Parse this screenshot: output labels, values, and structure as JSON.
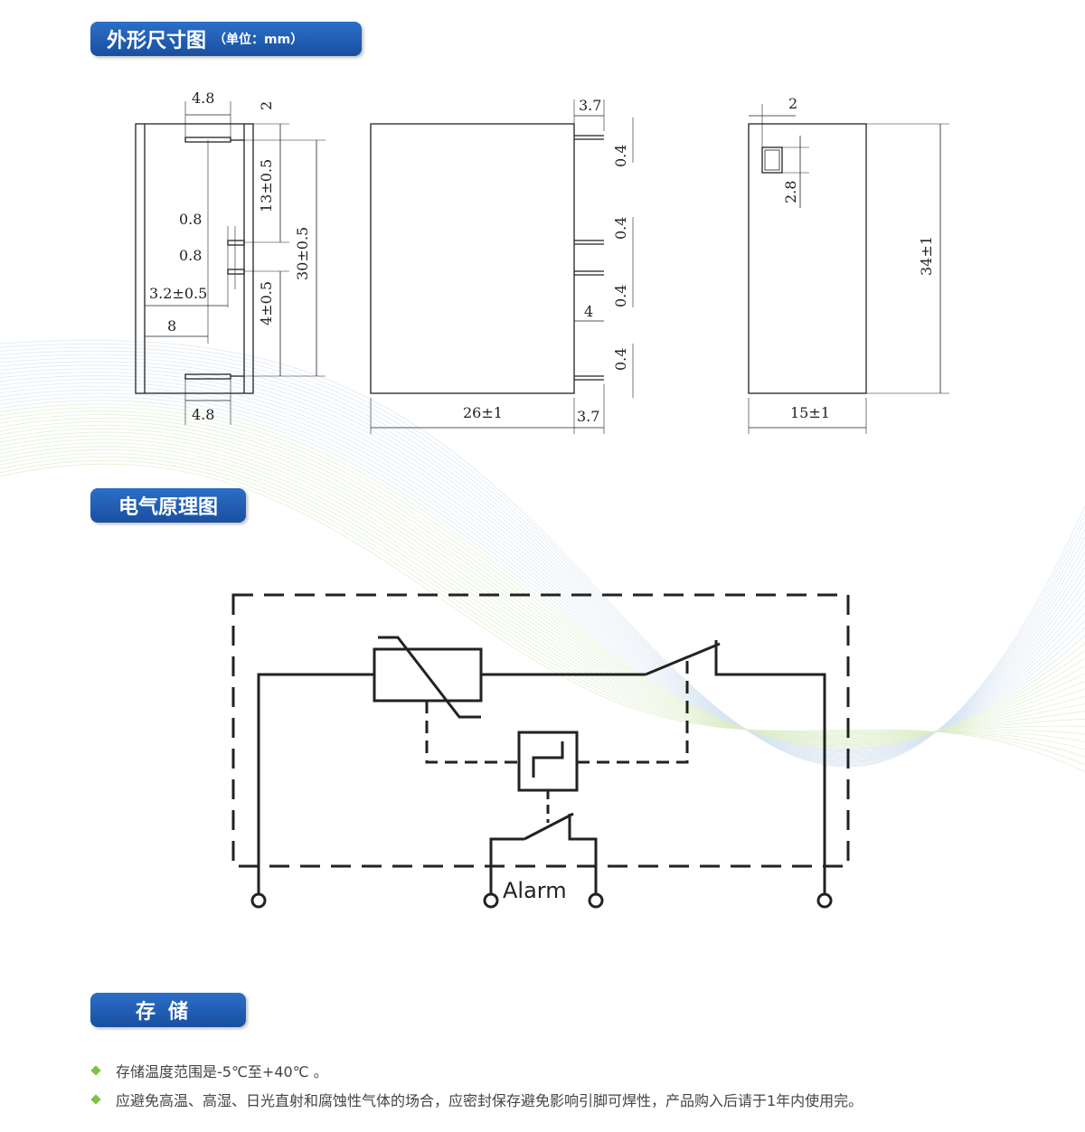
{
  "sections": {
    "dimensions": {
      "title": "外形尺寸图",
      "unit": "（单位：mm）"
    },
    "schematic": {
      "title": "电气原理图",
      "alarm_label": "Alarm"
    },
    "storage": {
      "title": "存储",
      "items": [
        "存储温度范围是-5℃至+40℃ 。",
        "应避免高温、高湿、日光直射和腐蚀性气体的场合，应密封保存避免影响引脚可焊性，产品购入后请于1年内使用完。"
      ]
    }
  },
  "dimension_labels": {
    "front_top_width": "4.8",
    "front_top_offset": "2",
    "front_pin_spacing_1": "0.8",
    "front_pin_spacing_2": "0.8",
    "front_edge_offset": "3.2±0.5",
    "front_inner_width": "8",
    "front_bottom_width": "4.8",
    "front_upper_height": "13±0.5",
    "front_total_height": "30±0.5",
    "front_lower_height": "4±0.5",
    "side_pin_length_top": "3.7",
    "side_pin_thickness_1": "0.4",
    "side_pin_thickness_2": "0.4",
    "side_pin_thickness_3": "0.4",
    "side_pin_thickness_4": "0.4",
    "side_pin_gap": "4",
    "side_body_width": "26±1",
    "side_pin_length_bottom": "3.7",
    "end_top_offset": "2",
    "end_window_height": "2.8",
    "end_height": "34±1",
    "end_width": "15±1"
  },
  "colors": {
    "accent": "#1a4fa0",
    "bullet": "#7dc241",
    "line": "#222222"
  }
}
